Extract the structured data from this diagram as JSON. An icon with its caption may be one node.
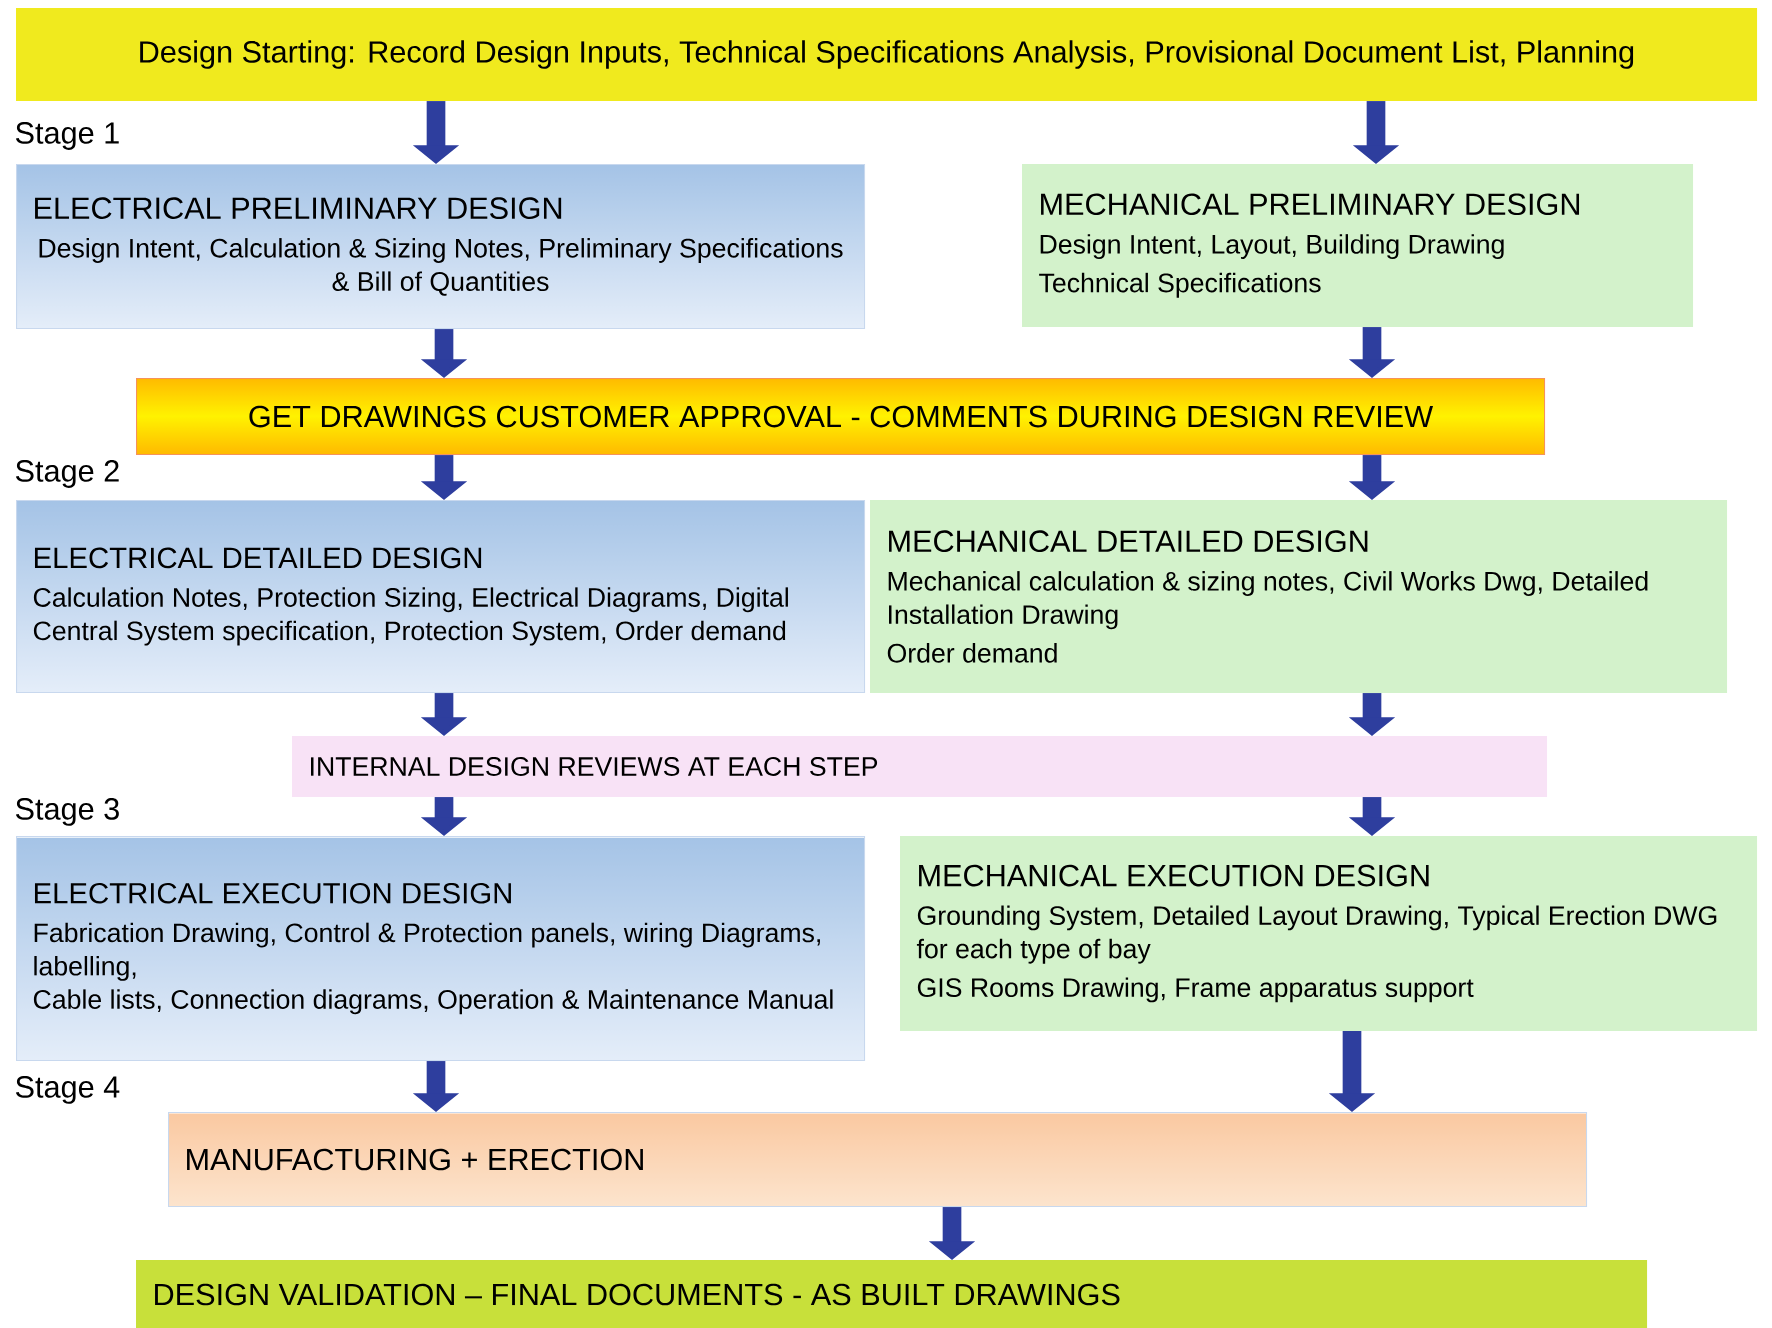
{
  "diagram": {
    "nodes": [
      {
        "text": [
          "Design Starting: Record Design Inputs, Technical Specifications Analysis, Provisional Document List, Planning"
        ]
      },
      {
        "text": [
          "ELECTRICAL PRELIMINARY DESIGN",
          "Design Intent, Calculation & Sizing Notes, Preliminary Specifications & Bill of Quantities"
        ]
      },
      {
        "text": [
          "MECHANICAL PRELIMINARY DESIGN",
          "Design Intent, Layout, Building Drawing",
          "Technical Specifications"
        ]
      },
      {
        "text": [
          "GET DRAWINGS CUSTOMER APPROVAL - COMMENTS DURING DESIGN REVIEW"
        ]
      },
      {
        "text": [
          "ELECTRICAL DETAILED DESIGN",
          "Calculation Notes, Protection Sizing, Electrical  Diagrams, Digital Central System specification, Protection System, Order demand"
        ]
      },
      {
        "text": [
          "MECHANICAL DETAILED DESIGN",
          "Mechanical calculation & sizing notes, Civil Works Dwg, Detailed Installation Drawing",
          "Order demand"
        ]
      },
      {
        "text": [
          "INTERNAL DESIGN REVIEWS AT EACH STEP"
        ]
      },
      {
        "text": [
          "ELECTRICAL EXECUTION DESIGN",
          "Fabrication Drawing, Control & Protection panels, wiring Diagrams, labelling,",
          "Cable lists, Connection diagrams, Operation & Maintenance Manual"
        ]
      },
      {
        "text": [
          "MECHANICAL EXECUTION DESIGN",
          "Grounding System, Detailed Layout Drawing, Typical Erection DWG for each type of bay",
          "GIS Rooms Drawing, Frame apparatus support"
        ]
      },
      {
        "text": [
          "MANUFACTURING + ERECTION"
        ]
      },
      {
        "text": [
          "DESIGN VALIDATION – FINAL DOCUMENTS - AS BUILT DRAWINGS"
        ]
      }
    ],
    "edges": [
      {
        "from": 0,
        "to": 1,
        "arrow": "to"
      },
      {
        "from": 0,
        "to": 2,
        "arrow": "to"
      },
      {
        "from": 1,
        "to": 3,
        "arrow": "to"
      },
      {
        "from": 2,
        "to": 3,
        "arrow": "to"
      },
      {
        "from": 3,
        "to": 4,
        "arrow": "to"
      },
      {
        "from": 3,
        "to": 5,
        "arrow": "to"
      },
      {
        "from": 4,
        "to": 6,
        "arrow": "to"
      },
      {
        "from": 5,
        "to": 6,
        "arrow": "to"
      },
      {
        "from": 6,
        "to": 7,
        "arrow": "to"
      },
      {
        "from": 6,
        "to": 8,
        "arrow": "to"
      },
      {
        "from": 7,
        "to": 9,
        "arrow": "to"
      },
      {
        "from": 8,
        "to": 9,
        "arrow": "to"
      },
      {
        "from": 9,
        "to": 10,
        "arrow": "to"
      }
    ],
    "labels": [
      "Stage 1",
      "Stage 2",
      "Stage 3",
      "Stage 4"
    ]
  }
}
